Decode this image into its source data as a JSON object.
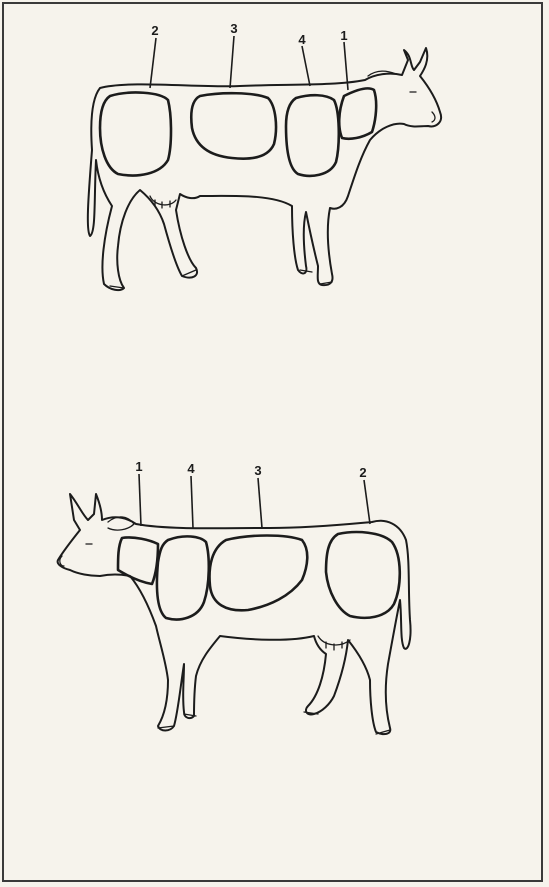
{
  "top_diagram": {
    "labels": {
      "region_2": "2",
      "region_3": "3",
      "region_4": "4",
      "region_1": "1"
    }
  },
  "bottom_diagram": {
    "labels": {
      "region_1": "1",
      "region_4": "4",
      "region_3": "3",
      "region_2": "2"
    }
  }
}
